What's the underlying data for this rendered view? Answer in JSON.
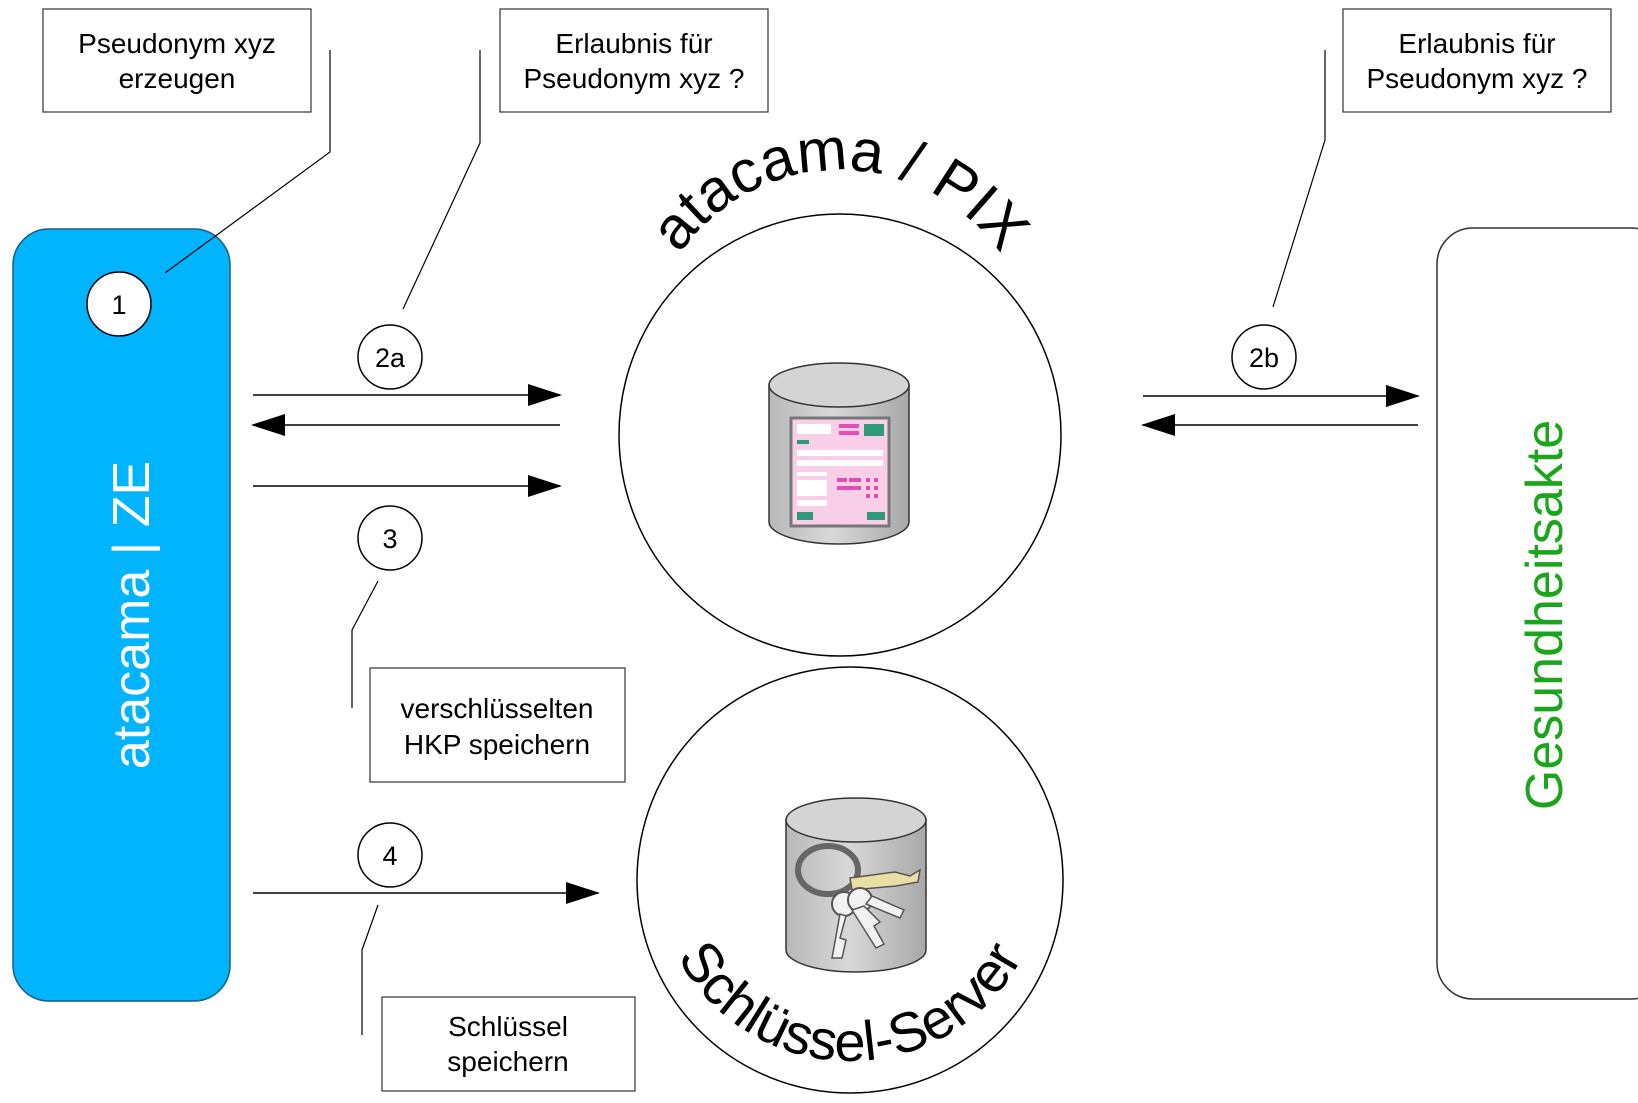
{
  "left_panel": {
    "label": "atacama | ZE",
    "fill_color": "#00b4ff",
    "text_color": "#ffffff"
  },
  "right_panel": {
    "label": "Gesundheitsakte",
    "text_color": "#1aa51a"
  },
  "pix_server": {
    "label": "atacama / PIX"
  },
  "key_server": {
    "label": "Schlüssel-Server"
  },
  "notes": {
    "n1_line1": "Pseudonym xyz",
    "n1_line2": "erzeugen",
    "n2a_line1": "Erlaubnis für",
    "n2a_line2": "Pseudonym xyz ?",
    "n2b_line1": "Erlaubnis für",
    "n2b_line2": "Pseudonym xyz ?",
    "n3_line1": "verschlüsselten",
    "n3_line2": "HKP speichern",
    "n4_line1": "Schlüssel",
    "n4_line2": "speichern"
  },
  "steps": {
    "s1": "1",
    "s2a": "2a",
    "s2b": "2b",
    "s3": "3",
    "s4": "4"
  },
  "icons": {
    "pix_db": "database-document-icon",
    "key_db": "database-keys-icon"
  }
}
